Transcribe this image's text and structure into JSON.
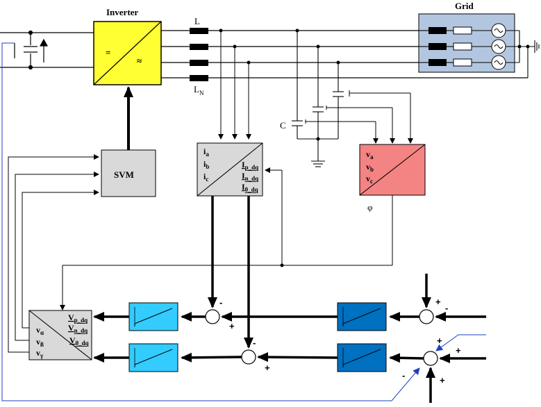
{
  "labels": {
    "inverter": "Inverter",
    "grid": "Grid",
    "inductor": "L",
    "neutral_inductor": "L",
    "neutral_sub": "N",
    "capacitor": "C",
    "svm": "SVM",
    "phi": "φ",
    "dc_symbol": "=",
    "ac_symbol": "≈"
  },
  "current_block": {
    "inputs": [
      {
        "base": "i",
        "sub": "a"
      },
      {
        "base": "i",
        "sub": "b"
      },
      {
        "base": "i",
        "sub": "c"
      }
    ],
    "outputs": [
      {
        "base": "I",
        "sub": "p_dq"
      },
      {
        "base": "I",
        "sub": "n_dq"
      },
      {
        "base": "I",
        "sub": "0_dq"
      }
    ]
  },
  "voltage_block": {
    "inputs": [
      {
        "base": "v",
        "sub": "a"
      },
      {
        "base": "v",
        "sub": "b"
      },
      {
        "base": "v",
        "sub": "c"
      }
    ]
  },
  "inverse_block": {
    "inputs": [
      {
        "base": "V",
        "sub": "p_dq"
      },
      {
        "base": "V",
        "sub": "n_dq"
      },
      {
        "base": "V",
        "sub": "0_dq"
      }
    ],
    "outputs": [
      {
        "base": "v",
        "sub": "α"
      },
      {
        "base": "v",
        "sub": "ß"
      },
      {
        "base": "v",
        "sub": "γ"
      }
    ]
  },
  "signs": {
    "plus": "+",
    "minus": "-"
  },
  "colors": {
    "inverter_fill": "#ffff33",
    "grid_fill": "#b3c6e0",
    "svm_fill": "#d9d9d9",
    "current_block_fill": "#d9d9d9",
    "voltage_block_fill": "#f48383",
    "controller_light": "#33ccff",
    "controller_dark": "#0070c0",
    "phi_feedback_line": "#1f3fbf"
  }
}
